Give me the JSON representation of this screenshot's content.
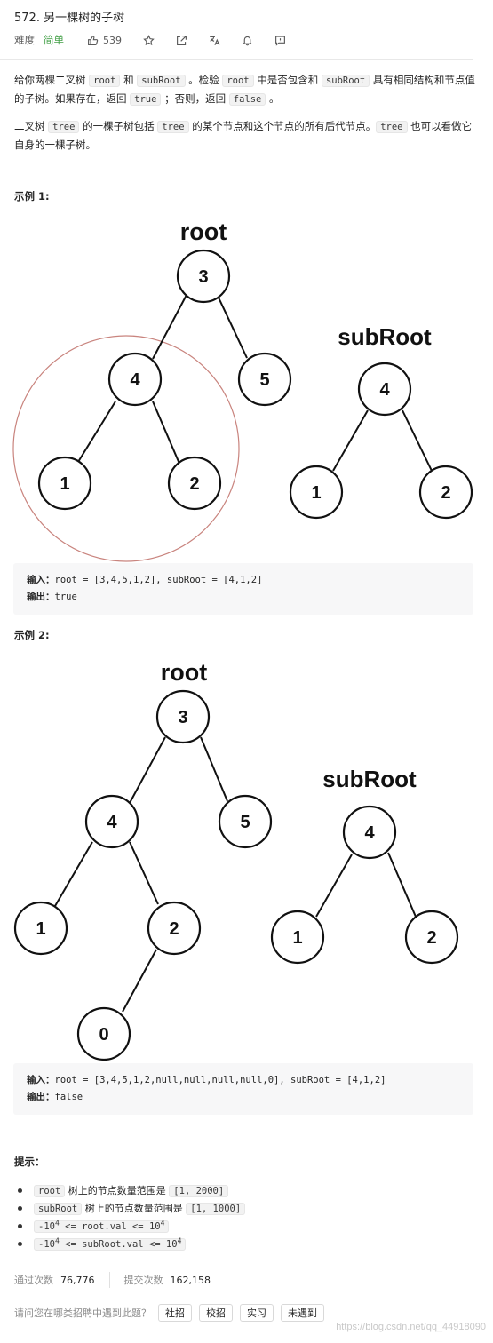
{
  "problem": {
    "title": "572. 另一棵树的子树",
    "difficulty_label": "难度",
    "difficulty": "简单",
    "likes": "539"
  },
  "description": {
    "p1": {
      "a": "给你两棵二叉树 ",
      "c1": "root",
      "b": " 和 ",
      "c2": "subRoot",
      "d": " 。检验 ",
      "c3": "root",
      "e": " 中是否包含和 ",
      "c4": "subRoot",
      "f": " 具有相同结构和节点值的子树。如果存在，返回 ",
      "c5": "true",
      "g": " ；否则，返回 ",
      "c6": "false",
      "h": " 。"
    },
    "p2": {
      "a": "二叉树 ",
      "c1": "tree",
      "b": " 的一棵子树包括 ",
      "c2": "tree",
      "d": " 的某个节点和这个节点的所有后代节点。",
      "c3": "tree",
      "e": " 也可以看做它自身的一棵子树。"
    }
  },
  "example1": {
    "heading": "示例 1:",
    "root_label": "root",
    "subroot_label": "subRoot",
    "root_nodes": [
      "3",
      "4",
      "5",
      "1",
      "2"
    ],
    "sub_nodes": [
      "4",
      "1",
      "2"
    ],
    "input_label": "输入：",
    "input": "root = [3,4,5,1,2], subRoot = [4,1,2]",
    "output_label": "输出：",
    "output": "true"
  },
  "example2": {
    "heading": "示例 2:",
    "root_label": "root",
    "subroot_label": "subRoot",
    "root_nodes": [
      "3",
      "4",
      "5",
      "1",
      "2",
      "0"
    ],
    "sub_nodes": [
      "4",
      "1",
      "2"
    ],
    "input_label": "输入：",
    "input": "root = [3,4,5,1,2,null,null,null,null,0], subRoot = [4,1,2]",
    "output_label": "输出：",
    "output": "false"
  },
  "hints": {
    "heading": "提示：",
    "h1_code": "root",
    "h1_text": " 树上的节点数量范围是 ",
    "h1_range": "[1, 2000]",
    "h2_code": "subRoot",
    "h2_text": " 树上的节点数量范围是 ",
    "h2_range": "[1, 1000]",
    "h3_a": "-10",
    "h3_sup1": "4",
    "h3_b": " <= root.val <= 10",
    "h3_sup2": "4",
    "h4_a": "-10",
    "h4_sup1": "4",
    "h4_b": " <= subRoot.val <= 10",
    "h4_sup2": "4"
  },
  "stats": {
    "accepted_label": "通过次数",
    "accepted": "76,776",
    "submitted_label": "提交次数",
    "submitted": "162,158"
  },
  "survey": {
    "question": "请问您在哪类招聘中遇到此题？",
    "options": [
      "社招",
      "校招",
      "实习",
      "未遇到"
    ]
  },
  "watermark": "https://blog.csdn.net/qq_44918090",
  "colors": {
    "easy": "#43a047",
    "highlight_circle": "#c9847e"
  }
}
